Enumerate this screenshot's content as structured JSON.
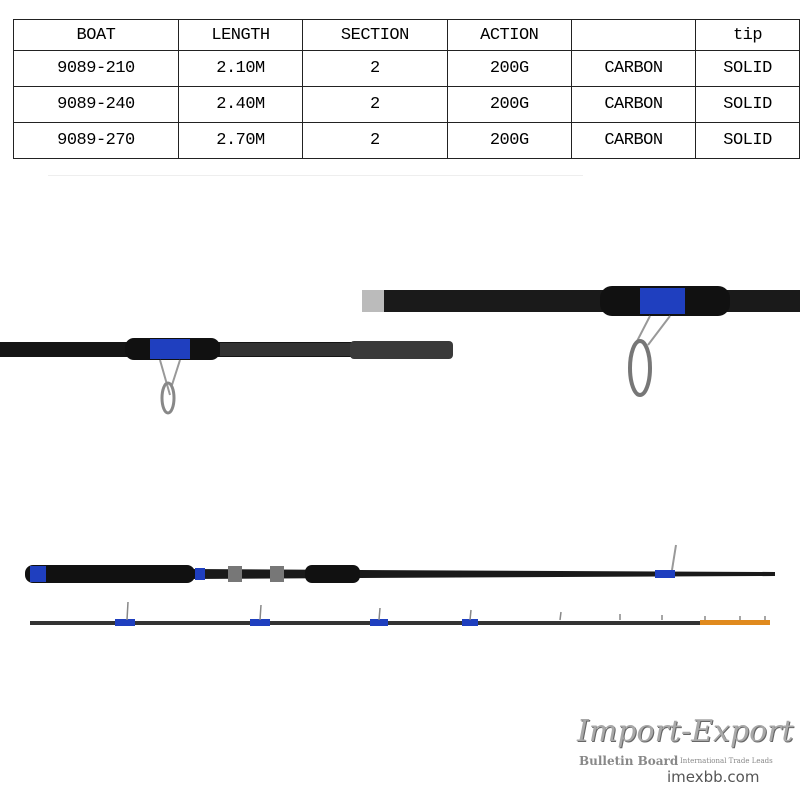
{
  "spec_table": {
    "headers": [
      "BOAT",
      "LENGTH",
      "SECTION",
      "ACTION",
      "",
      "tip"
    ],
    "rows": [
      [
        "9089-210",
        "2.10M",
        "2",
        "200G",
        "CARBON",
        "SOLID"
      ],
      [
        "9089-240",
        "2.40M",
        "2",
        "200G",
        "CARBON",
        "SOLID"
      ],
      [
        "9089-270",
        "2.70M",
        "2",
        "200G",
        "CARBON",
        "SOLID"
      ]
    ]
  },
  "watermark": {
    "title": "Import-Export",
    "subtitle": "Bulletin Board",
    "tagline": "International Trade Leads",
    "site": "imexbb.com"
  },
  "colors": {
    "rod": "#1a1a1a",
    "accent_blue": "#1f3fbf",
    "guide": "#9a9a9a"
  }
}
